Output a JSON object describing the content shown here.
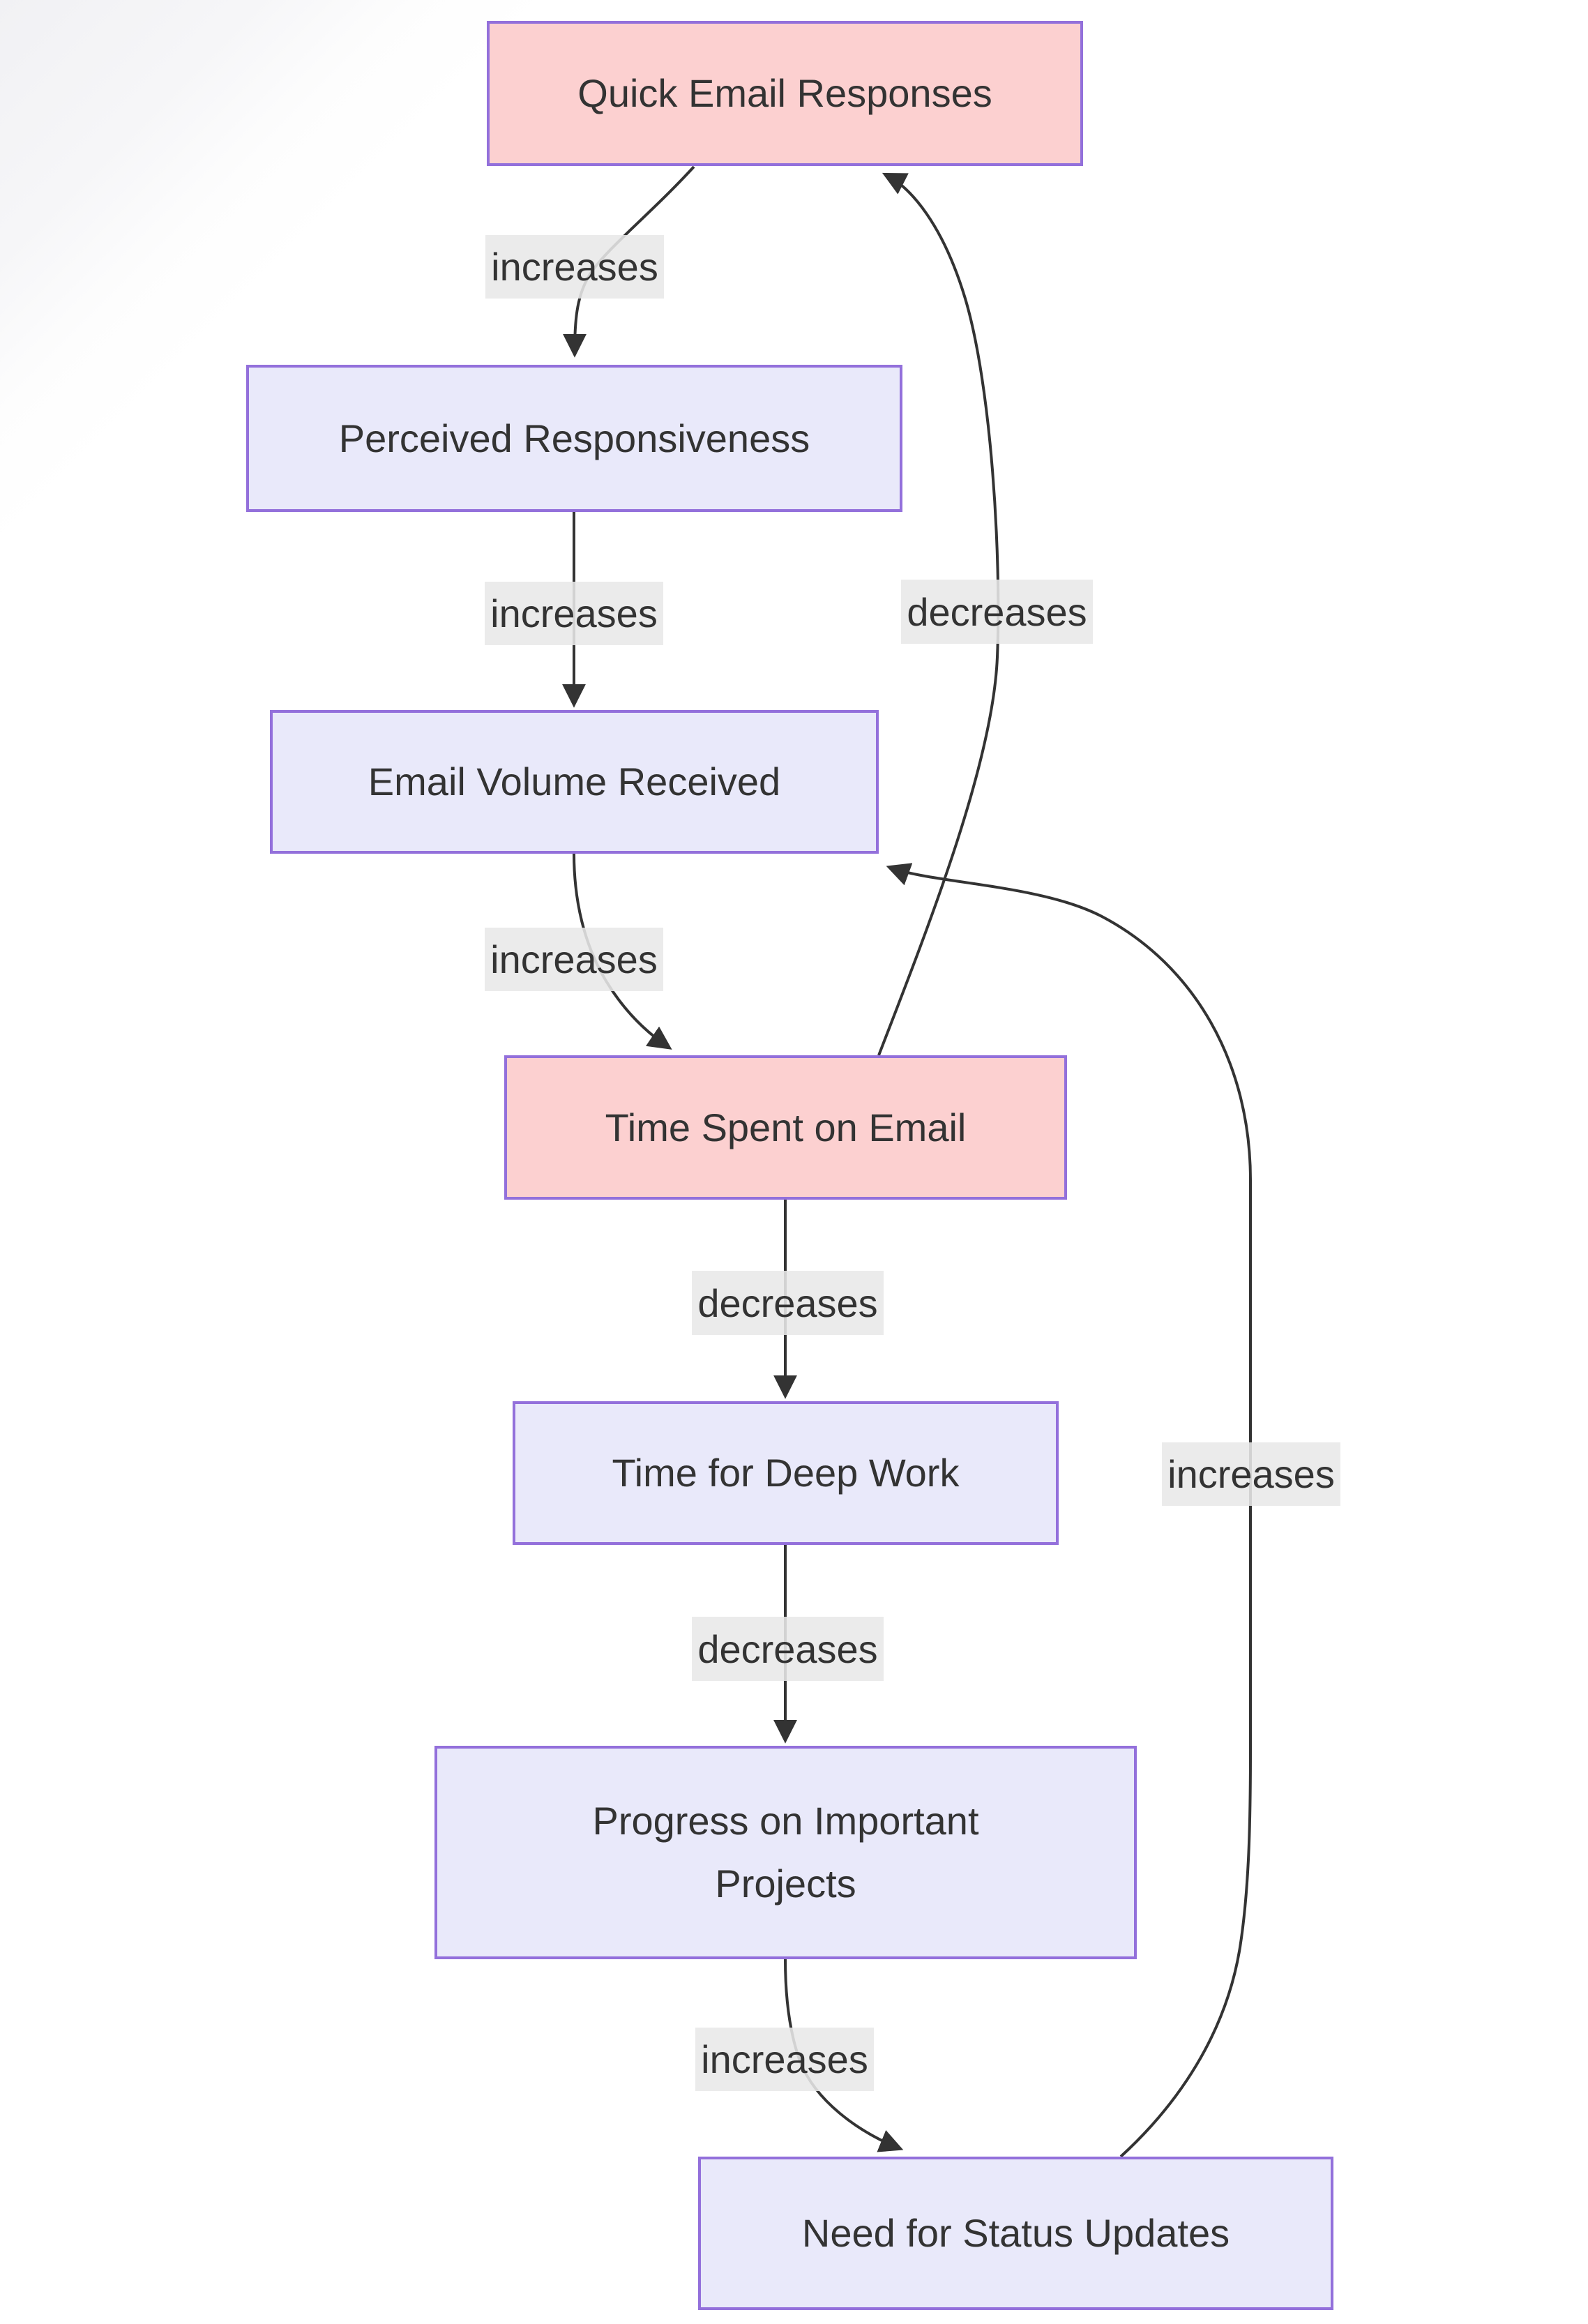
{
  "diagram": {
    "type": "flowchart",
    "nodes": {
      "quick_email_responses": {
        "label": "Quick Email Responses",
        "style": "highlight"
      },
      "perceived_responsiveness": {
        "label": "Perceived Responsiveness",
        "style": "default"
      },
      "email_volume_received": {
        "label": "Email Volume Received",
        "style": "default"
      },
      "time_spent_on_email": {
        "label": "Time Spent on Email",
        "style": "highlight"
      },
      "time_for_deep_work": {
        "label": "Time for Deep Work",
        "style": "default"
      },
      "progress_on_important_projects": {
        "label": "Progress on Important\nProjects",
        "style": "default"
      },
      "need_for_status_updates": {
        "label": "Need for Status Updates",
        "style": "default"
      }
    },
    "edges": [
      {
        "from": "Quick Email Responses",
        "to": "Perceived Responsiveness",
        "label": "increases"
      },
      {
        "from": "Perceived Responsiveness",
        "to": "Email Volume Received",
        "label": "increases"
      },
      {
        "from": "Email Volume Received",
        "to": "Time Spent on Email",
        "label": "increases"
      },
      {
        "from": "Time Spent on Email",
        "to": "Quick Email Responses",
        "label": "decreases"
      },
      {
        "from": "Time Spent on Email",
        "to": "Time for Deep Work",
        "label": "decreases"
      },
      {
        "from": "Time for Deep Work",
        "to": "Progress on Important Projects",
        "label": "decreases"
      },
      {
        "from": "Progress on Important Projects",
        "to": "Need for Status Updates",
        "label": "increases"
      },
      {
        "from": "Need for Status Updates",
        "to": "Email Volume Received",
        "label": "increases"
      }
    ],
    "colors": {
      "node_fill_default": "#e9e9fa",
      "node_fill_highlight": "#fcd0d0",
      "node_border": "#9370db",
      "edge_stroke": "#333333",
      "edge_label_bg": "#e8e8e8",
      "text": "#333333"
    }
  }
}
